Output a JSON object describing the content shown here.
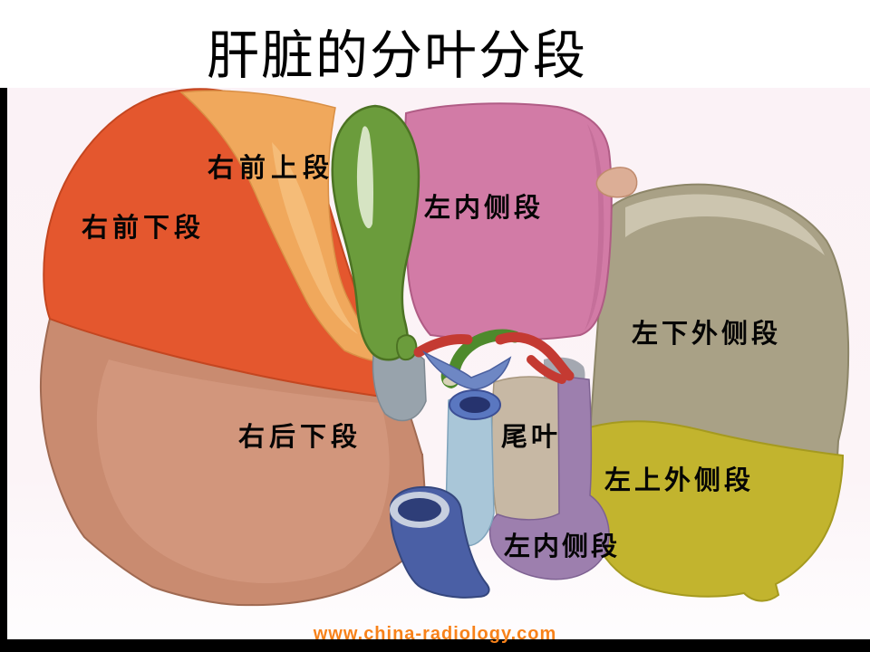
{
  "slide": {
    "title": "肝脏的分叶分段",
    "watermark": "www.china-radiology.com",
    "watermark_color": "#f8821a",
    "background_color": "#ffffff",
    "frame_color": "#000000"
  },
  "diagram": {
    "background": "#fbf2f6",
    "regions": [
      {
        "id": "right-anterior-superior",
        "label": "右前上段",
        "color": "#f0a85c"
      },
      {
        "id": "right-anterior-inferior",
        "label": "右前下段",
        "color": "#e4572e"
      },
      {
        "id": "left-medial-upper",
        "label": "左内侧段",
        "color": "#d27ba6"
      },
      {
        "id": "left-inferior-lateral",
        "label": "左下外侧段",
        "color": "#a9a186"
      },
      {
        "id": "right-posterior-inferior",
        "label": "右后下段",
        "color": "#c98b70"
      },
      {
        "id": "caudate-lobe",
        "label": "尾叶",
        "color": "#c7b8a4"
      },
      {
        "id": "left-superior-lateral",
        "label": "左上外侧段",
        "color": "#c2b42e"
      },
      {
        "id": "left-medial-lower",
        "label": "左内侧段",
        "color": "#9d7fae"
      }
    ],
    "structures": {
      "gallbladder_color": "#6b9c3c",
      "bile_duct_color": "#4e8a2c",
      "hepatic_artery_color": "#c43a32",
      "portal_vein_color": "#6e87c4",
      "ivc_color": "#4a5fa5",
      "hilum_gray_color": "#98a3ac",
      "portal_trunk_color": "#a9c6d8"
    }
  }
}
